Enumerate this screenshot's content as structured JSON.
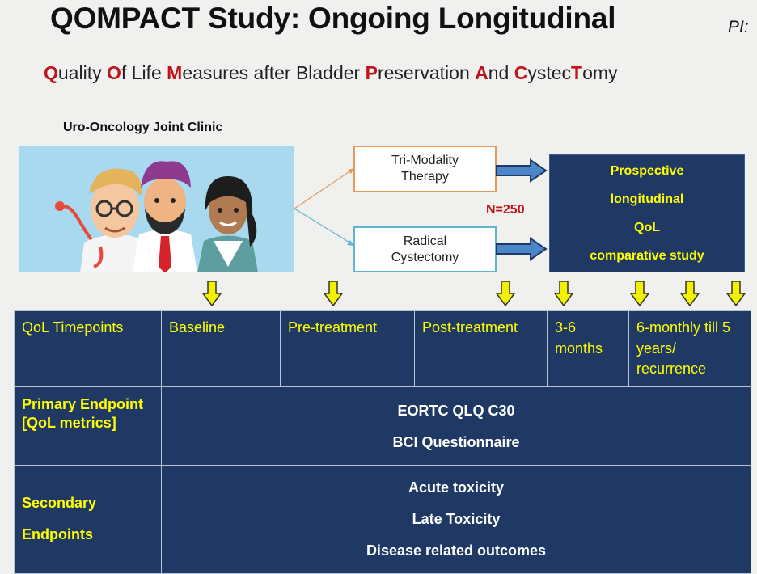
{
  "header": {
    "title": "QOMPACT Study: Ongoing Longitudinal",
    "pi_label": "PI:",
    "subtitle_parts": [
      {
        "text": "Q",
        "highlight": true
      },
      {
        "text": "uality ",
        "highlight": false
      },
      {
        "text": "O",
        "highlight": true
      },
      {
        "text": "f Life ",
        "highlight": false
      },
      {
        "text": "M",
        "highlight": true
      },
      {
        "text": "easures after Bladder ",
        "highlight": false
      },
      {
        "text": "P",
        "highlight": true
      },
      {
        "text": "reservation ",
        "highlight": false
      },
      {
        "text": "A",
        "highlight": true
      },
      {
        "text": "nd ",
        "highlight": false
      },
      {
        "text": "C",
        "highlight": true
      },
      {
        "text": "ystec",
        "highlight": false
      },
      {
        "text": "T",
        "highlight": true
      },
      {
        "text": "omy",
        "highlight": false
      }
    ]
  },
  "flow": {
    "clinic_label": "Uro-Oncology Joint Clinic",
    "illustration_icon": "three-doctors-illustration",
    "tmt_line1": "Tri-Modality",
    "tmt_line2": "Therapy",
    "rc_line1": "Radical",
    "rc_line2": "Cystectomy",
    "sample_size": "N=250",
    "study_lines": [
      "Prospective",
      "longitudinal",
      "QoL",
      "comparative study"
    ]
  },
  "table": {
    "timepoints_header": "QoL Timepoints",
    "timepoints": [
      "Baseline",
      "Pre-treatment",
      "Post-treatment",
      "3-6 months",
      "6-monthly till 5 years/ recurrence"
    ],
    "primary_header": "Primary Endpoint [QoL metrics]",
    "primary_items": [
      "EORTC QLQ C30",
      "BCI Questionnaire"
    ],
    "secondary_header_line1": "Secondary",
    "secondary_header_line2": "Endpoints",
    "secondary_items": [
      "Acute toxicity",
      "Late Toxicity",
      "Disease related outcomes"
    ]
  },
  "colors": {
    "navy": "#1f3864",
    "yellow": "#ffff00",
    "red": "#c0141b",
    "tmt_border": "#e49a5a",
    "rc_border": "#5fb6d2",
    "arrow_blue": "#2e5f9e"
  }
}
